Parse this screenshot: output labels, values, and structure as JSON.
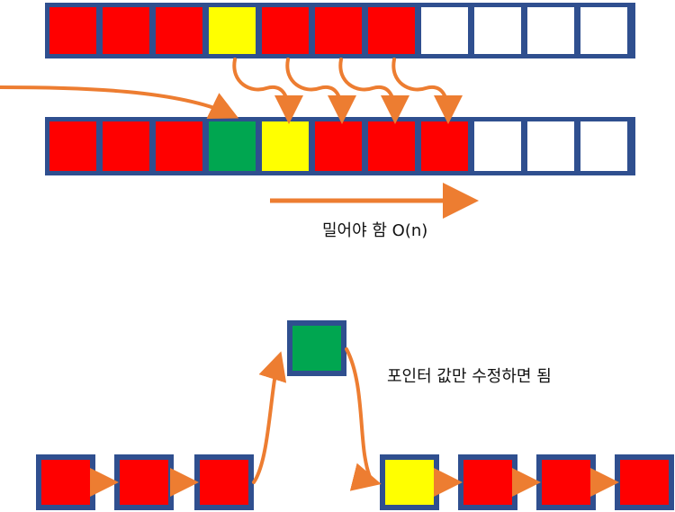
{
  "colors": {
    "border": "#2f4f8f",
    "filled": "#ff0000",
    "shifted": "#ffff00",
    "inserted": "#00a650",
    "empty": "#ffffff",
    "arrow": "#ed7d31"
  },
  "array_before": [
    "filled",
    "filled",
    "filled",
    "shifted",
    "filled",
    "filled",
    "filled",
    "empty",
    "empty",
    "empty",
    "empty"
  ],
  "array_after": [
    "filled",
    "filled",
    "filled",
    "inserted",
    "shifted",
    "filled",
    "filled",
    "filled",
    "empty",
    "empty",
    "empty"
  ],
  "linked_list": {
    "left_nodes": [
      "filled",
      "filled",
      "filled"
    ],
    "inserted_node": "inserted",
    "right_nodes": [
      "shifted",
      "filled",
      "filled",
      "filled"
    ]
  },
  "labels": {
    "array_cost": "밀어야 함 O(n)",
    "list_cost": "포인터 값만 수정하면 됨"
  }
}
